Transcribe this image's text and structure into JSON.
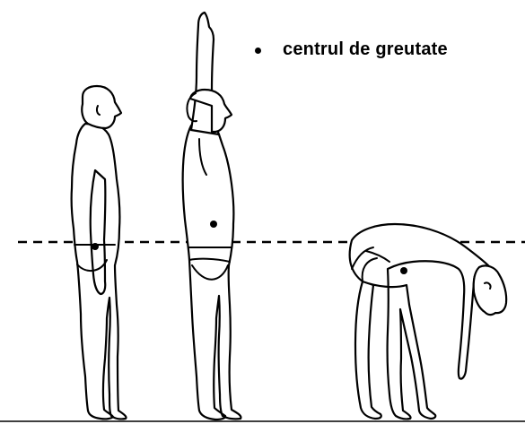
{
  "legend": {
    "label": "centrul de greutate",
    "marker": "black-dot"
  },
  "figures": [
    {
      "pose": "standing-arms-down",
      "center_of_gravity": "on-reference-line"
    },
    {
      "pose": "standing-arm-raised",
      "center_of_gravity": "above-reference-line"
    },
    {
      "pose": "bending-forward",
      "center_of_gravity": "below-reference-line"
    }
  ],
  "reference_line": {
    "style": "dashed"
  },
  "colors": {
    "ink": "#000000",
    "background": "#ffffff"
  }
}
